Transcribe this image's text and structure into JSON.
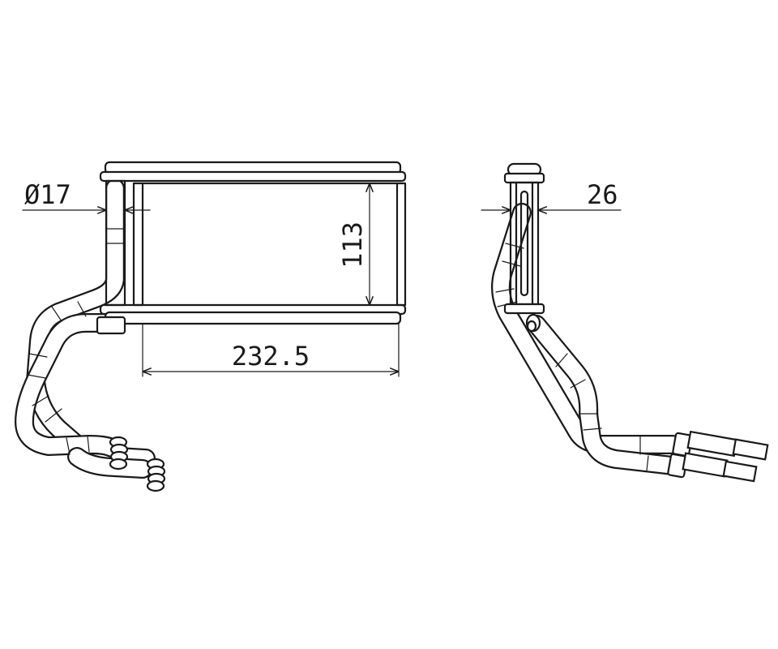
{
  "dimensions": {
    "tube_diameter": "Ø17",
    "core_height": "113",
    "core_width": "232.5",
    "core_depth": "26"
  },
  "colors": {
    "line": "#1a1a1a",
    "background": "#ffffff"
  }
}
